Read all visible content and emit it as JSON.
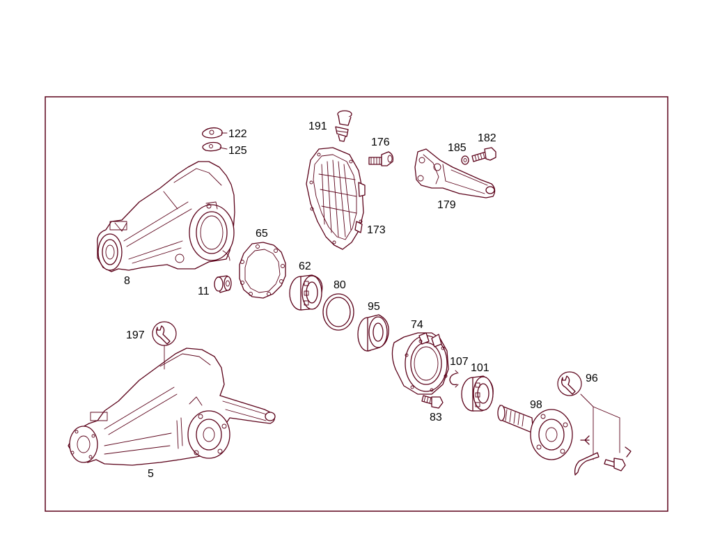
{
  "diagram": {
    "line_color": "#5a0018",
    "label_color": "#000000",
    "border_color": "#5a0018",
    "tools": {
      "tool_197_icon": "wrench-icon",
      "tool_96_icon": "wrench-icon"
    },
    "parts": {
      "p122": "122",
      "p125": "125",
      "p191": "191",
      "p176": "176",
      "p185": "185",
      "p182": "182",
      "p179": "179",
      "p173": "173",
      "p65": "65",
      "p8": "8",
      "p11": "11",
      "p62": "62",
      "p80": "80",
      "p95": "95",
      "p74": "74",
      "p197": "197",
      "p107": "107",
      "p101": "101",
      "p96": "96",
      "p98": "98",
      "p83": "83",
      "p5": "5"
    }
  }
}
